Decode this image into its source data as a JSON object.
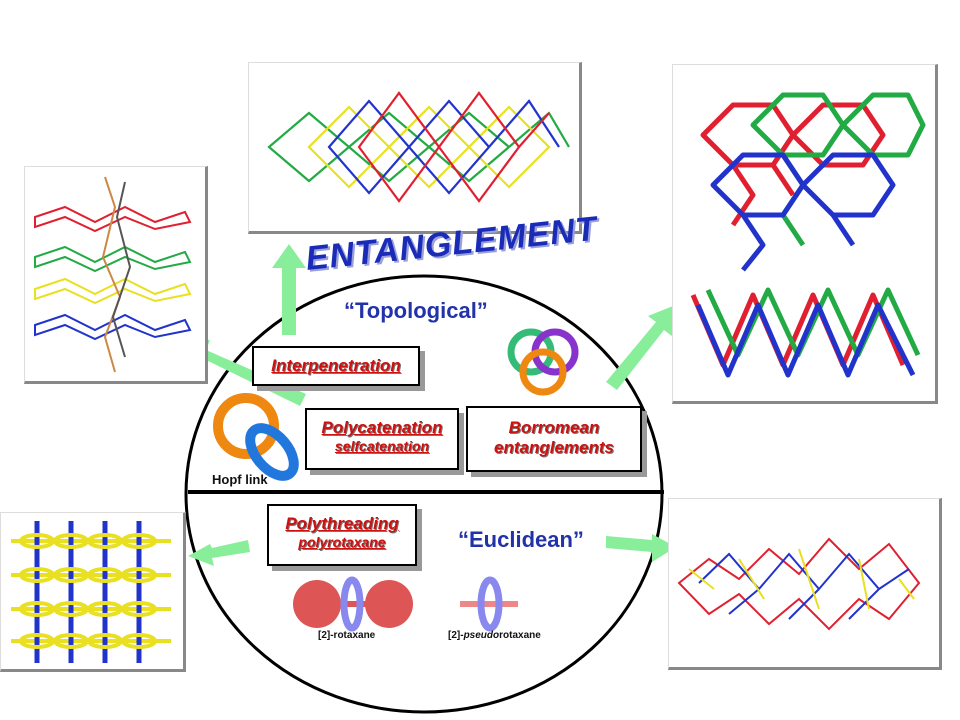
{
  "title": "ENTANGLEMENT",
  "topological_label": "“Topological”",
  "euclidean_label": "“Euclidean”",
  "boxes": {
    "interpenetration": "Interpenetration",
    "polycatenation": "Polycatenation",
    "selfcatenation": "selfcatenation",
    "borromean_1": "Borromean",
    "borromean_2": "entanglements",
    "polythreading": "Polythreading",
    "polyrotaxane": "polyrotaxane"
  },
  "labels": {
    "hopf_link": "Hopf link",
    "rotaxane": "[2]-rotaxane",
    "pseudorotaxane_prefix": "[2]-",
    "pseudorotaxane_italic": "pseudo",
    "pseudorotaxane_suffix": "rotaxane"
  },
  "colors": {
    "red": "#e02030",
    "green": "#22aa44",
    "blue": "#2233cc",
    "yellow": "#e8e020",
    "arrow": "#88ee99",
    "box_text": "#cc1111"
  }
}
